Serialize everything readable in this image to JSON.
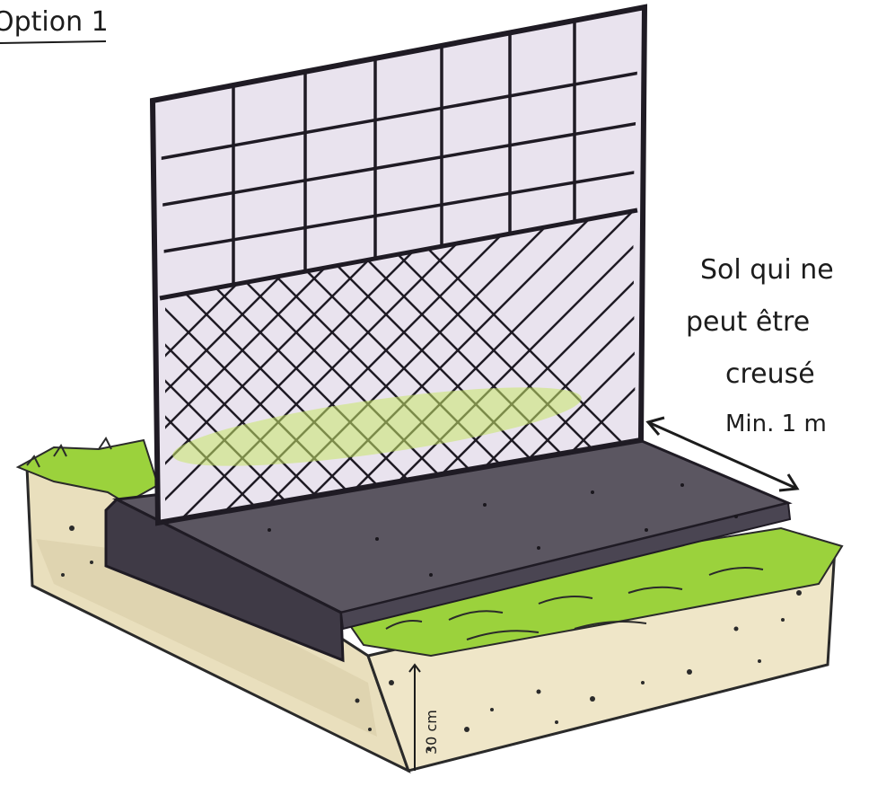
{
  "title": "Option 1",
  "annotation": {
    "line1": "Sol qui ne",
    "line2": "peut être",
    "line3": "creusé",
    "measure": "Min. 1 m"
  },
  "depth_label": "30 cm",
  "colors": {
    "grass": "#9bd23c",
    "grass_dark": "#5f9a1f",
    "soil": "#ece3c2",
    "soil_shadow": "#cfc39a",
    "slab_top": "#5b5661",
    "slab_front": "#3f3a46",
    "panel_fill": "#e9e3ee",
    "frame": "#1f1b24"
  }
}
